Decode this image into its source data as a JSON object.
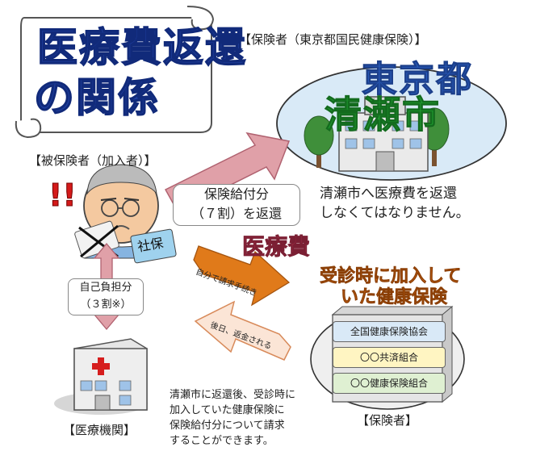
{
  "banner": {
    "line1": "医療費返還",
    "line2": "の関係"
  },
  "insurer_top_label": "【保険者（東京都国民健康保険）】",
  "tokyo": "東京都",
  "kiyose": "清瀬市",
  "insured_label": "【被保険者（加入者）】",
  "benefit_callout": {
    "line1": "保険給付分",
    "line2": "（７割）を返還"
  },
  "must_return": {
    "line1": "清瀬市へ医療費を返還",
    "line2": "しなくてはなりません。"
  },
  "medical_cost": "医療費",
  "shaho_card": "社保",
  "exclaim": "!!",
  "self_pay": {
    "line1": "自己負担分",
    "line2": "（３割※）"
  },
  "arrow_self_request": "自分で請求手続き",
  "arrow_refund_later": "後日、返金される",
  "insurance_at_visit": {
    "line1": "受診時に加入して",
    "line2": "いた健康保険"
  },
  "insurers": [
    "全国健康保険協会",
    "〇〇共済組合",
    "〇〇健康保険組合"
  ],
  "insurer_bottom_label": "【保険者】",
  "medical_inst_label": "【医療機関】",
  "note": [
    "清瀬市に返還後、受診時に",
    "加入していた健康保険に",
    "保険給付分について請求",
    "することができます。"
  ],
  "colors": {
    "banner_text": "#1f3fa0",
    "tokyo_text": "#2a5fc2",
    "kiyose_text": "#1f9a2f",
    "pink_arrow": "#e0a0a8",
    "orange_arrow": "#e07a1a",
    "outline_arrow": "#f7dccb",
    "medical_cost_text": "#b8334f",
    "insurance_text": "#e0701c",
    "insurer_box_1": "#d9e9f7",
    "insurer_box_2": "#fff5c2",
    "insurer_box_3": "#dff0d2",
    "ellipse_fill": "#d9eaf7"
  },
  "icons": [
    "scroll-banner-icon",
    "city-hall-building-icon",
    "tree-icon",
    "elderly-man-icon",
    "insurance-card-icon",
    "hospital-building-icon",
    "insurer-building-icon"
  ]
}
